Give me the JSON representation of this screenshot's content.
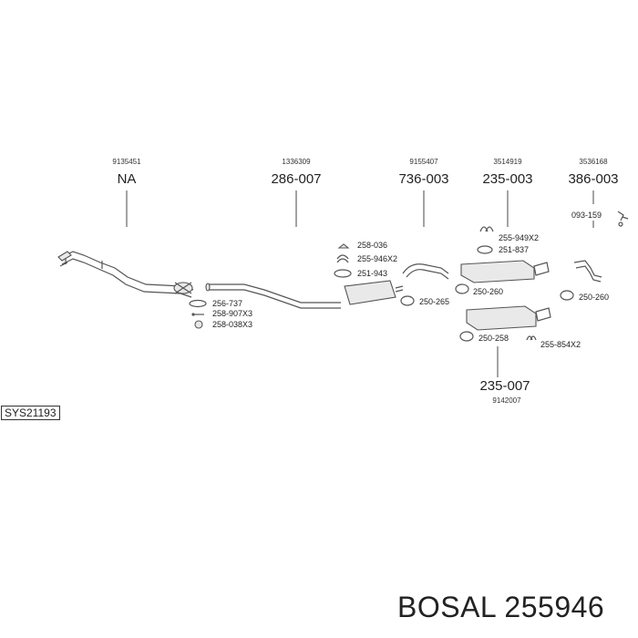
{
  "refs": [
    {
      "ref": "9135451",
      "part": "NA"
    },
    {
      "ref": "1336309",
      "part": "286-007"
    },
    {
      "ref": "9155407",
      "part": "736-003"
    },
    {
      "ref": "3514919",
      "part": "235-003"
    },
    {
      "ref": "3536168",
      "part": "386-003"
    },
    {
      "ref": "9142007",
      "part": "235-007"
    }
  ],
  "small_parts": {
    "p093_159": "093-159",
    "p258_036": "258-036",
    "p255_946x2": "255-946X2",
    "p251_943": "251-943",
    "p256_737": "256-737",
    "p258_907x3": "258-907X3",
    "p258_038x3": "258-038X3",
    "p250_265": "250-265",
    "p255_949x2": "255-949X2",
    "p251_837": "251-837",
    "p250_260_a": "250-260",
    "p250_260_b": "250-260",
    "p250_258": "250-258",
    "p255_854x2": "255-854X2"
  },
  "system_code": "SYS21193",
  "brand": "BOSAL 255946"
}
